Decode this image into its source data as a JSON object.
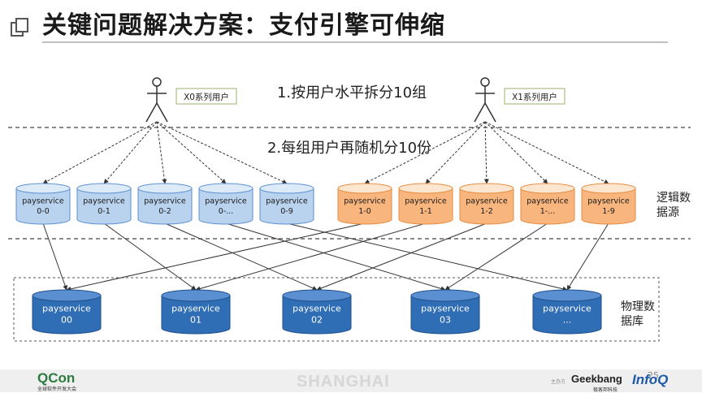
{
  "slide": {
    "title": "关键问题解决方案：支付引擎可伸缩"
  },
  "users": {
    "x0": "X0系列用户",
    "x1": "X1系列用户"
  },
  "steps": {
    "step1": "1.按用户水平拆分10组",
    "step2": "2.每组用户再随机分10份"
  },
  "logical": {
    "label_line1": "逻辑数",
    "label_line2": "据源",
    "group0": [
      {
        "name": "payservice",
        "id": "0-0"
      },
      {
        "name": "payservice",
        "id": "0-1"
      },
      {
        "name": "payservice",
        "id": "0-2"
      },
      {
        "name": "payservice",
        "id": "0-..."
      },
      {
        "name": "payservice",
        "id": "0-9"
      }
    ],
    "group1": [
      {
        "name": "payservice",
        "id": "1-0"
      },
      {
        "name": "payservice",
        "id": "1-1"
      },
      {
        "name": "payservice",
        "id": "1-2"
      },
      {
        "name": "payservice",
        "id": "1-..."
      },
      {
        "name": "payservice",
        "id": "1-9"
      }
    ]
  },
  "physical": {
    "label_line1": "物理数",
    "label_line2": "据库",
    "dbs": [
      {
        "name": "payservice",
        "id": "00"
      },
      {
        "name": "payservice",
        "id": "01"
      },
      {
        "name": "payservice",
        "id": "02"
      },
      {
        "name": "payservice",
        "id": "03"
      },
      {
        "name": "payservice",
        "id": "..."
      }
    ]
  },
  "footer": {
    "qcon": "QCon",
    "qcon_sub": "全球软件开发大会",
    "city": "SHANGHAI",
    "sponsor_label": "主办方",
    "geekbang": "Geekbang",
    "geekbang_sub": "极客邦科技",
    "infoq": "InfoQ",
    "page": "25"
  },
  "colors": {
    "blue_top": "#ddeaf8",
    "blue_body": "#b9d2ee",
    "blue_border": "#5b8fd0",
    "orange_top": "#fde6d0",
    "orange_body": "#f8b57e",
    "orange_border": "#e58b3f",
    "db_top": "#5a8fd2",
    "db_body": "#2f6db5"
  }
}
